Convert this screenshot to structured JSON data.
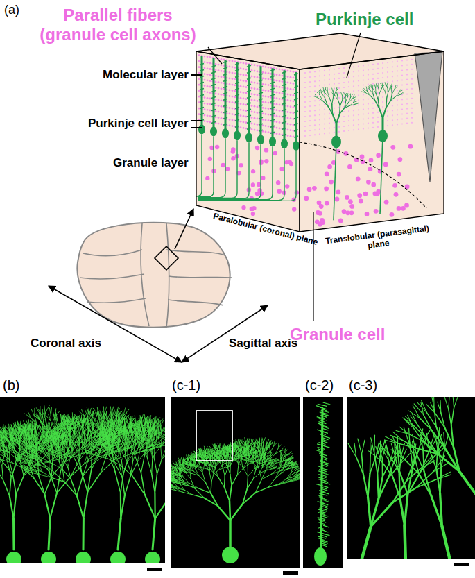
{
  "diagram": {
    "labels": [
      "(a)",
      "Parallel fibers (granule cell axons)",
      "Purkinje cell",
      "Molecular layer",
      "Purkinje cell layer",
      "Granule layer",
      "Paralobular (coronal) plane",
      "Translobular (parasagittal) plane",
      "Granule cell",
      "Coronal axis",
      "Sagittal axis",
      "(b)",
      "(c-1)",
      "(c-2)",
      "(c-3)"
    ]
  }
}
